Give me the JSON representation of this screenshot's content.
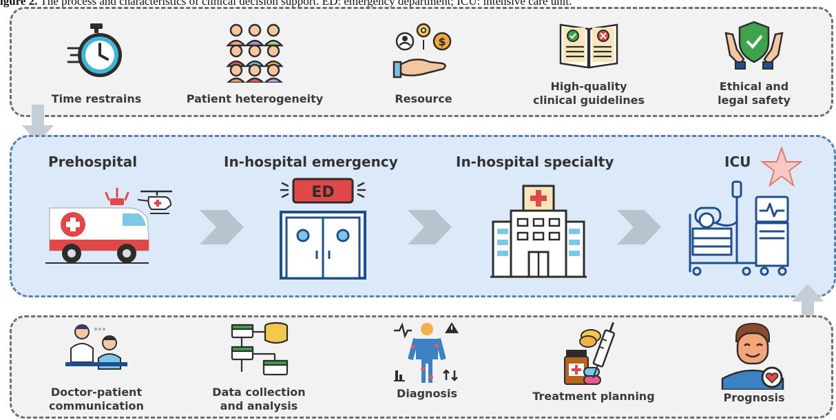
{
  "caption": {
    "bold": "igure 2.",
    "text": " The process and characteristics of clinical decision support. ED: emergency department; ICU: intensive care unit."
  },
  "top_factors": [
    {
      "label": "Time restrains",
      "icon": "stopwatch-icon"
    },
    {
      "label": "Patient heterogeneity",
      "icon": "people-group-icon"
    },
    {
      "label": "Resource",
      "icon": "resource-hand-icon"
    },
    {
      "label_line1": "High-quality",
      "label_line2": "clinical guidelines",
      "icon": "guideline-book-icon"
    },
    {
      "label_line1": "Ethical and",
      "label_line2": "legal safety",
      "icon": "shield-hands-icon"
    }
  ],
  "stages": [
    {
      "title": "Prehospital",
      "icon": "ambulance-icon"
    },
    {
      "title": "In-hospital emergency",
      "icon": "emergency-department-icon",
      "sign": "ED"
    },
    {
      "title": "In-hospital specialty",
      "icon": "hospital-building-icon"
    },
    {
      "title": "ICU",
      "icon": "icu-bed-icon"
    }
  ],
  "bottom_steps": [
    {
      "label_line1": "Doctor-patient",
      "label_line2": "communication",
      "icon": "doctor-patient-icon"
    },
    {
      "label_line1": "Data collection",
      "label_line2": "and analysis",
      "icon": "data-flow-icon"
    },
    {
      "label": "Diagnosis",
      "icon": "body-diagnosis-icon"
    },
    {
      "label": "Treatment planning",
      "icon": "medicine-icon"
    },
    {
      "label": "Prognosis",
      "icon": "patient-heart-icon"
    }
  ],
  "colors": {
    "stage_panel": "#dce9f8",
    "stage_border": "#5a7fae",
    "dark_blue": "#1f4e8c",
    "red": "#e04848",
    "chevron": "#b7c3cf"
  }
}
